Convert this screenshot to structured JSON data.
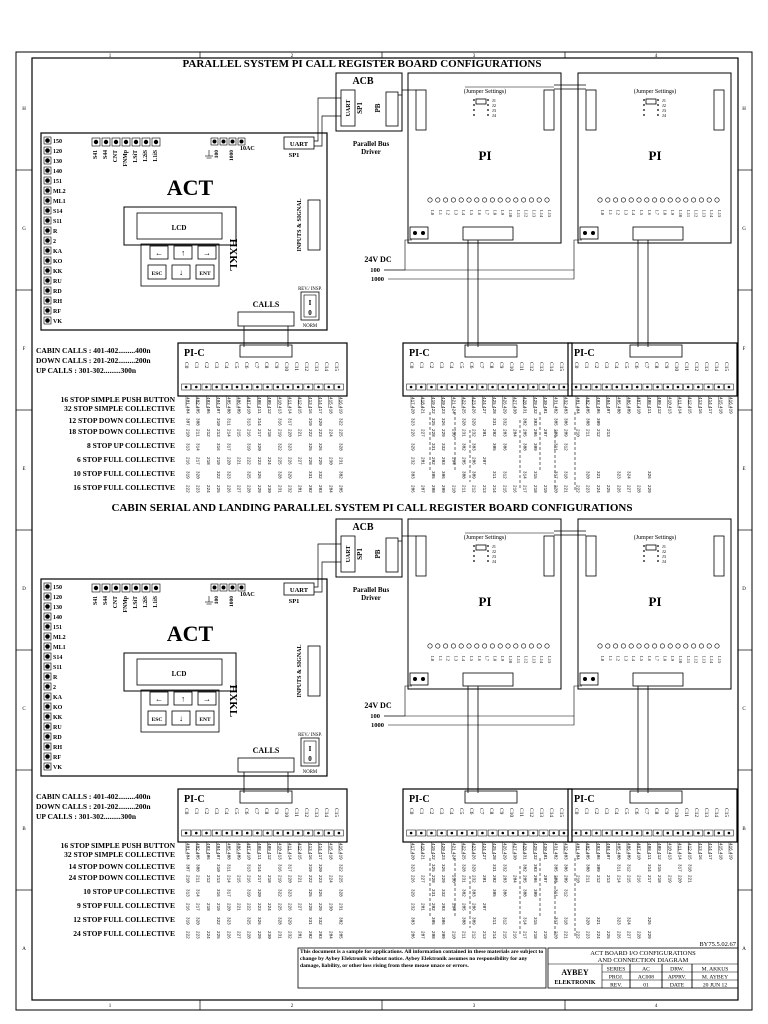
{
  "frame": {
    "cols": [
      "1",
      "2",
      "3",
      "4"
    ],
    "rows": [
      "H",
      "G",
      "F",
      "E",
      "D",
      "C",
      "B",
      "A"
    ]
  },
  "sections": [
    {
      "title": "PARALLEL SYSTEM PI CALL REGISTER BOARD CONFIGURATIONS",
      "calls_info": [
        "CABIN CALLS : 401-402.........400n",
        "DOWN CALLS : 201-202.........200n",
        "UP CALLS : 301-302.........300n"
      ],
      "configs": [
        "16 STOP SIMPLE PUSH BUTTON",
        "32 STOP SIMPLE COLLECTIVE",
        "12 STOP DOWN COLLECTIVE",
        "18 STOP DOWN COLLECTIVE",
        "8 STOP UP COLLECTIVE",
        "6 STOP FULL COLLECTIVE",
        "10 STOP FULL COLLECTIVE",
        "16 STOP FULL COLLECTIVE"
      ]
    },
    {
      "title": "CABIN SERIAL AND LANDING PARALLEL SYSTEM PI CALL REGISTER BOARD CONFIGURATIONS",
      "calls_info": [
        "CABIN CALLS : 401-402.........400n",
        "DOWN CALLS : 201-202.........200n",
        "UP CALLS : 301-302.........300n"
      ],
      "configs": [
        "16 STOP SIMPLE PUSH BUTTON",
        "32 STOP SIMPLE COLLECTIVE",
        "14 STOP DOWN COLLECTIVE",
        "24 STOP DOWN COLLECTIVE",
        "10 STOP UP COLLECTIVE",
        "9 STOP FULL COLLECTIVE",
        "12 STOP FULL COLLECTIVE",
        "24 STOP FULL COLLECTIVE"
      ]
    }
  ],
  "act": {
    "name": "ACT",
    "hxkl": "HXKL",
    "lcd": "LCD",
    "keys": [
      "ESC",
      "ENT"
    ],
    "left_terminals": [
      "150",
      "120",
      "130",
      "140",
      "151",
      "ML2",
      "ML1",
      "S14",
      "S11",
      "R",
      "2",
      "KA",
      "KO",
      "KK",
      "RU",
      "RD",
      "RH",
      "RF",
      "VK"
    ],
    "top_terminals": [
      "S41",
      "S44",
      "CNT",
      "FNMp",
      "LSiT",
      "L2iS",
      "L1iS"
    ],
    "power": [
      "100",
      "1000",
      "10AC"
    ],
    "uart": "UART",
    "sp1": "SP1",
    "inputs_signal": "INPUTS & SIGNAL",
    "calls": "CALLS",
    "rev_insp": "REV./ INSP.",
    "norm": "NORM",
    "switch": [
      "I",
      "0"
    ]
  },
  "acb": {
    "name": "ACB",
    "uart": "UART",
    "sp1": "SP1",
    "pb": "PB",
    "driver": [
      "Parallel Bus",
      "Driver"
    ]
  },
  "pi": {
    "name": "PI",
    "jumper": "(Jumper Settings)",
    "jumpers": [
      "J1",
      "J2",
      "J3",
      "J4"
    ],
    "power": [
      "24V DC",
      "100",
      "1000"
    ]
  },
  "pic": {
    "name": "PI-C",
    "pins": [
      "C0",
      "C1",
      "C2",
      "C3",
      "C4",
      "C5",
      "C6",
      "C7",
      "C8",
      "C9",
      "C10",
      "C11",
      "C12",
      "C13",
      "C14",
      "C15"
    ]
  },
  "notice": "This document is a sample for applications. All information contained in these materials are subject to change by Aybey Elektronik without notice. Aybey Elektronik assumes no responsibility for any damage, liability, or other loss rising from these mease unace or errors.",
  "title_block": {
    "title": [
      "ACT BOARD I/O CONFIGURATIONS",
      "AND CONNECTION DIAGRAM"
    ],
    "company": [
      "AYBEY",
      "ELEKTRONIK"
    ],
    "rows": [
      [
        "SERIES",
        "AC",
        "DRW.",
        "M. AKKUS"
      ],
      [
        "PROJ.",
        "AC008",
        "APPRV.",
        "M. AYBEY"
      ],
      [
        "REV.",
        "01",
        "DATE",
        "20 JUN 12"
      ]
    ],
    "code": "BY75.5.02.67"
  }
}
